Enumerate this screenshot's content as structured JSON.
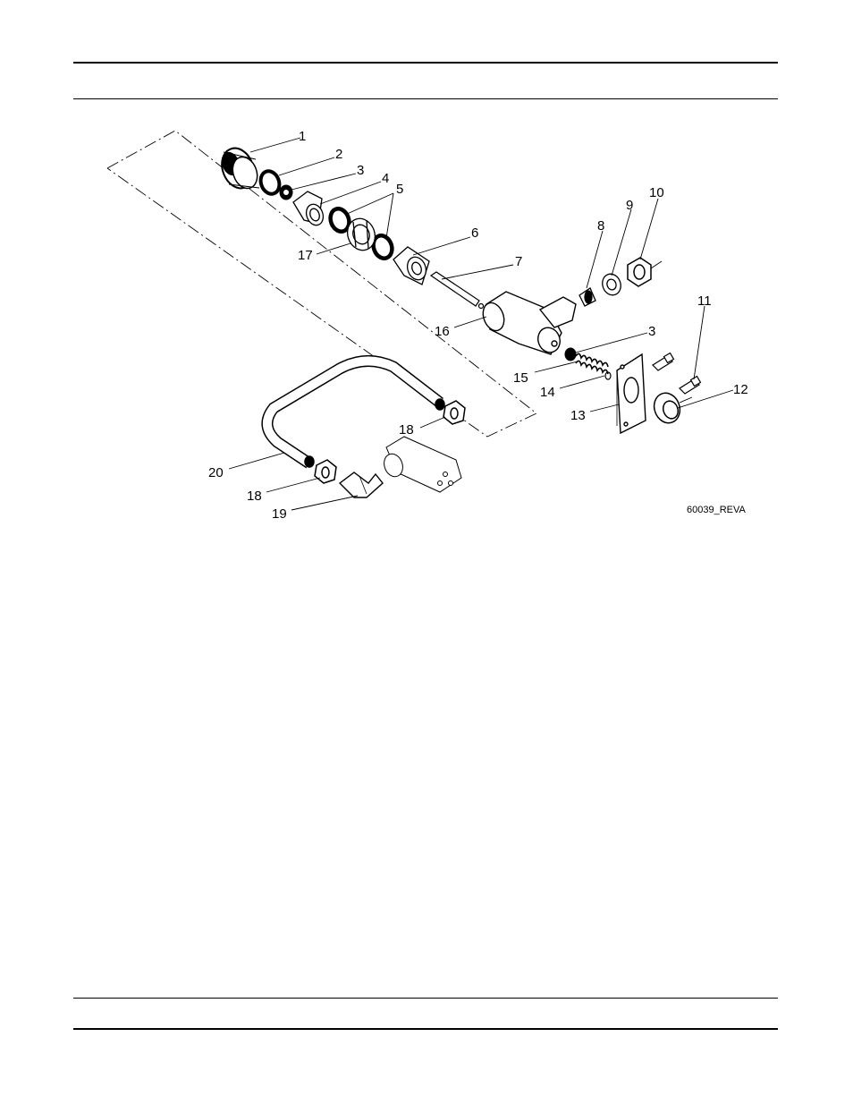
{
  "figure": {
    "drawing_ref": "60039_REVA",
    "callouts": [
      {
        "id": "c1",
        "label": "1"
      },
      {
        "id": "c2",
        "label": "2"
      },
      {
        "id": "c3a",
        "label": "3"
      },
      {
        "id": "c4",
        "label": "4"
      },
      {
        "id": "c5",
        "label": "5"
      },
      {
        "id": "c6",
        "label": "6"
      },
      {
        "id": "c7",
        "label": "7"
      },
      {
        "id": "c8",
        "label": "8"
      },
      {
        "id": "c9",
        "label": "9"
      },
      {
        "id": "c10",
        "label": "10"
      },
      {
        "id": "c11",
        "label": "11"
      },
      {
        "id": "c12",
        "label": "12"
      },
      {
        "id": "c13",
        "label": "13"
      },
      {
        "id": "c14",
        "label": "14"
      },
      {
        "id": "c15",
        "label": "15"
      },
      {
        "id": "c3b",
        "label": "3"
      },
      {
        "id": "c16",
        "label": "16"
      },
      {
        "id": "c17",
        "label": "17"
      },
      {
        "id": "c18a",
        "label": "18"
      },
      {
        "id": "c18b",
        "label": "18"
      },
      {
        "id": "c19",
        "label": "19"
      },
      {
        "id": "c20",
        "label": "20"
      }
    ]
  }
}
